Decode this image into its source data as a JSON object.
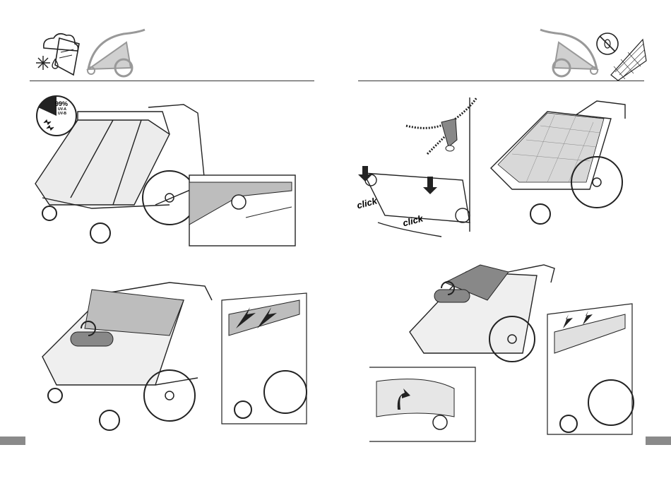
{
  "left_page": {
    "uv_badge": {
      "percent": "99%",
      "line1": "UV-A",
      "line2": "UV-B"
    },
    "icons": [
      "weather-icon",
      "rain-cover-icon",
      "trailer-icon"
    ]
  },
  "right_page": {
    "click_labels": [
      "click",
      "click"
    ],
    "icons": [
      "trailer-icon",
      "no-insects-icon",
      "mesh-icon"
    ]
  },
  "colors": {
    "ink": "#222222",
    "grey_fill": "#bdbdbd",
    "tab": "#8a8a8a"
  }
}
